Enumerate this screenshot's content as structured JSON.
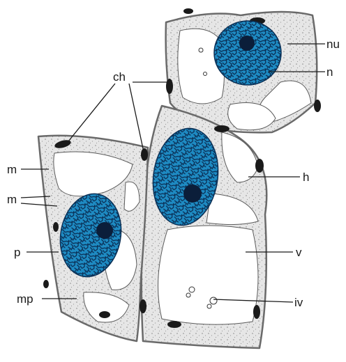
{
  "figure": {
    "labels": {
      "nu": "nu",
      "n": "n",
      "ch": "ch",
      "h": "h",
      "m1": "m",
      "m2": "m",
      "p": "p",
      "v": "v",
      "mp": "mp",
      "iv": "iv"
    },
    "colors": {
      "nucleus": "#1e8bc3",
      "nucleus_dark": "#0a2f55",
      "nucleolus": "#0b1e3a",
      "cytoplasm": "#e4e4e4",
      "wall": "#6a6a6a",
      "chloroplast": "#1a1a1a",
      "vacuole": "#ffffff",
      "leader_line": "#1a1a1a"
    }
  }
}
